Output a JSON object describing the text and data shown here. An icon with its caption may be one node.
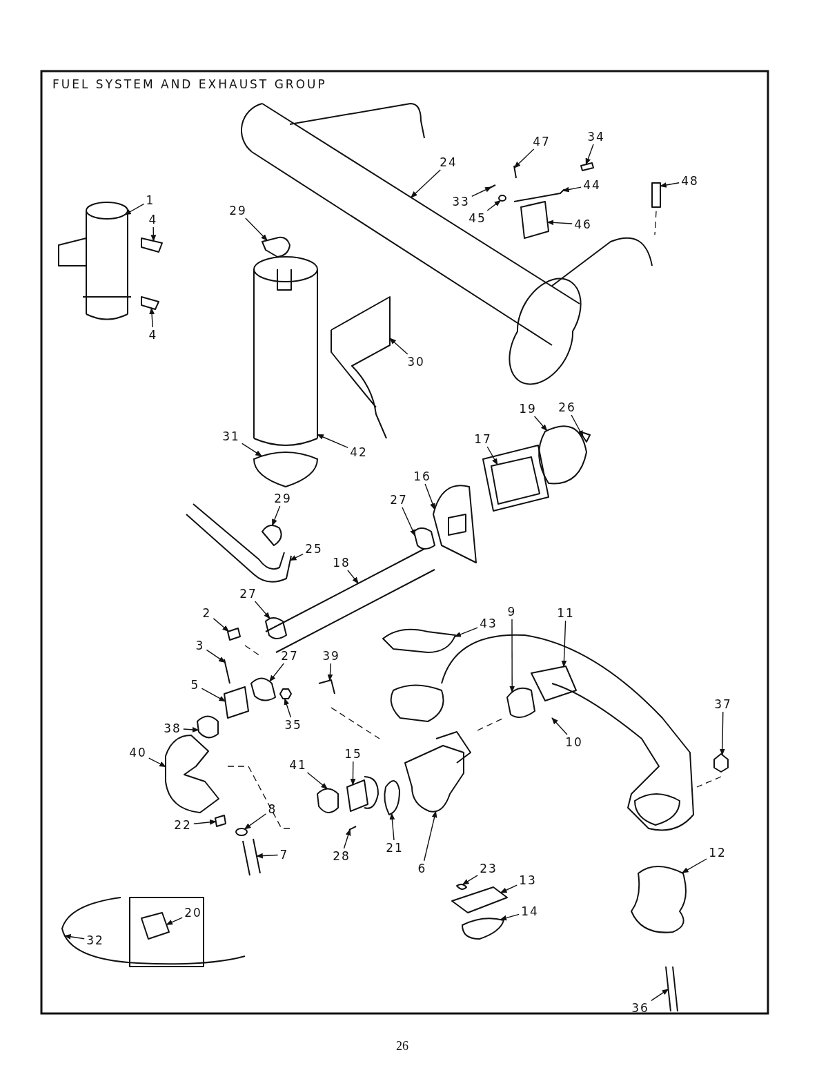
{
  "diagram": {
    "title": "FUEL SYSTEM AND EXHAUST GROUP",
    "nodes": [
      {
        "text": [
          "1"
        ]
      },
      {
        "text": [
          "4"
        ]
      },
      {
        "text": [
          "4"
        ]
      },
      {
        "text": [
          "29"
        ]
      },
      {
        "text": [
          "24"
        ]
      },
      {
        "text": [
          "47"
        ]
      },
      {
        "text": [
          "34"
        ]
      },
      {
        "text": [
          "44"
        ]
      },
      {
        "text": [
          "48"
        ]
      },
      {
        "text": [
          "33"
        ]
      },
      {
        "text": [
          "45"
        ]
      },
      {
        "text": [
          "46"
        ]
      },
      {
        "text": [
          "30"
        ]
      },
      {
        "text": [
          "19"
        ]
      },
      {
        "text": [
          "26"
        ]
      },
      {
        "text": [
          "17"
        ]
      },
      {
        "text": [
          "31"
        ]
      },
      {
        "text": [
          "42"
        ]
      },
      {
        "text": [
          "16"
        ]
      },
      {
        "text": [
          "29"
        ]
      },
      {
        "text": [
          "27"
        ]
      },
      {
        "text": [
          "25"
        ]
      },
      {
        "text": [
          "18"
        ]
      },
      {
        "text": [
          "27"
        ]
      },
      {
        "text": [
          "2"
        ]
      },
      {
        "text": [
          "3"
        ]
      },
      {
        "text": [
          "39"
        ]
      },
      {
        "text": [
          "27"
        ]
      },
      {
        "text": [
          "43"
        ]
      },
      {
        "text": [
          "9"
        ]
      },
      {
        "text": [
          "11"
        ]
      },
      {
        "text": [
          "5"
        ]
      },
      {
        "text": [
          "38"
        ]
      },
      {
        "text": [
          "35"
        ]
      },
      {
        "text": [
          "40"
        ]
      },
      {
        "text": [
          "37"
        ]
      },
      {
        "text": [
          "10"
        ]
      },
      {
        "text": [
          "15"
        ]
      },
      {
        "text": [
          "41"
        ]
      },
      {
        "text": [
          "8"
        ]
      },
      {
        "text": [
          "22"
        ]
      },
      {
        "text": [
          "7"
        ]
      },
      {
        "text": [
          "21"
        ]
      },
      {
        "text": [
          "28"
        ]
      },
      {
        "text": [
          "6"
        ]
      },
      {
        "text": [
          "23"
        ]
      },
      {
        "text": [
          "13"
        ]
      },
      {
        "text": [
          "12"
        ]
      },
      {
        "text": [
          "14"
        ]
      },
      {
        "text": [
          "20"
        ]
      },
      {
        "text": [
          "32"
        ]
      },
      {
        "text": [
          "36"
        ]
      }
    ],
    "edges": [
      {
        "from": 0,
        "to": null,
        "arrow": "to"
      },
      {
        "from": 1,
        "to": null,
        "arrow": "to"
      },
      {
        "from": 2,
        "to": null,
        "arrow": "to"
      },
      {
        "from": 3,
        "to": null,
        "arrow": "to"
      },
      {
        "from": 4,
        "to": null,
        "arrow": "to"
      },
      {
        "from": 5,
        "to": null,
        "arrow": "to"
      },
      {
        "from": 6,
        "to": null,
        "arrow": "to"
      },
      {
        "from": 7,
        "to": null,
        "arrow": "to"
      },
      {
        "from": 8,
        "to": null,
        "arrow": "to"
      },
      {
        "from": 9,
        "to": null,
        "arrow": "to"
      },
      {
        "from": 10,
        "to": null,
        "arrow": "to"
      },
      {
        "from": 11,
        "to": null,
        "arrow": "to"
      },
      {
        "from": 12,
        "to": null,
        "arrow": "to"
      },
      {
        "from": 13,
        "to": null,
        "arrow": "to"
      },
      {
        "from": 14,
        "to": null,
        "arrow": "to"
      },
      {
        "from": 15,
        "to": null,
        "arrow": "to"
      },
      {
        "from": 16,
        "to": null,
        "arrow": "to"
      },
      {
        "from": 17,
        "to": null,
        "arrow": "to"
      },
      {
        "from": 18,
        "to": null,
        "arrow": "to"
      },
      {
        "from": 19,
        "to": null,
        "arrow": "to"
      },
      {
        "from": 20,
        "to": null,
        "arrow": "to"
      },
      {
        "from": 21,
        "to": null,
        "arrow": "to"
      },
      {
        "from": 22,
        "to": null,
        "arrow": "to"
      },
      {
        "from": 23,
        "to": null,
        "arrow": "to"
      },
      {
        "from": 24,
        "to": null,
        "arrow": "to"
      },
      {
        "from": 25,
        "to": null,
        "arrow": "to"
      },
      {
        "from": 26,
        "to": null,
        "arrow": "to"
      },
      {
        "from": 27,
        "to": null,
        "arrow": "to"
      },
      {
        "from": 28,
        "to": null,
        "arrow": "to"
      },
      {
        "from": 29,
        "to": null,
        "arrow": "to"
      },
      {
        "from": 30,
        "to": null,
        "arrow": "to"
      },
      {
        "from": 31,
        "to": null,
        "arrow": "to"
      },
      {
        "from": 32,
        "to": null,
        "arrow": "to"
      },
      {
        "from": 33,
        "to": null,
        "arrow": "to"
      },
      {
        "from": 34,
        "to": null,
        "arrow": "to"
      },
      {
        "from": 35,
        "to": null,
        "arrow": "to"
      },
      {
        "from": 36,
        "to": null,
        "arrow": "to"
      },
      {
        "from": 37,
        "to": null,
        "arrow": "to"
      },
      {
        "from": 38,
        "to": null,
        "arrow": "to"
      },
      {
        "from": 39,
        "to": null,
        "arrow": "to"
      },
      {
        "from": 40,
        "to": null,
        "arrow": "to"
      },
      {
        "from": 41,
        "to": null,
        "arrow": "to"
      },
      {
        "from": 42,
        "to": null,
        "arrow": "to"
      },
      {
        "from": 43,
        "to": null,
        "arrow": "to"
      },
      {
        "from": 44,
        "to": null,
        "arrow": "to"
      },
      {
        "from": 45,
        "to": null,
        "arrow": "to"
      },
      {
        "from": 46,
        "to": null,
        "arrow": "to"
      },
      {
        "from": 47,
        "to": null,
        "arrow": "to"
      },
      {
        "from": 48,
        "to": null,
        "arrow": "to"
      },
      {
        "from": 49,
        "to": null,
        "arrow": "to"
      },
      {
        "from": 50,
        "to": null,
        "arrow": "to"
      },
      {
        "from": 51,
        "to": null,
        "arrow": "to"
      }
    ],
    "labels": [
      "26"
    ]
  }
}
